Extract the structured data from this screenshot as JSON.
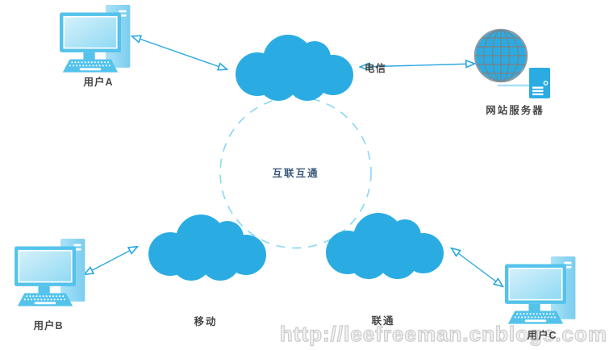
{
  "diagram": {
    "nodes": {
      "user_a": {
        "label": "用户A"
      },
      "user_b": {
        "label": "用户B"
      },
      "user_c": {
        "label": "用户C"
      },
      "web_server": {
        "label": "网站服务器"
      }
    },
    "networks": {
      "telecom": {
        "label": "电信"
      },
      "mobile": {
        "label": "移动"
      },
      "unicom": {
        "label": "联通"
      }
    },
    "center": {
      "label": "互联互通"
    },
    "watermark": {
      "text": "http://leefreeman.cnblogs.com"
    },
    "colors": {
      "cloud_blue": "#2aace3",
      "icon_blue_light": "#8ed7f3",
      "connector_blue": "#2aa7e0",
      "dashed_ring_blue": "#8ed9f5",
      "globe_grid_gray": "#72858f",
      "label_gray": "#474747",
      "center_label_blue": "#3b5a7a",
      "watermark_gray": "#cdcdcd"
    }
  }
}
